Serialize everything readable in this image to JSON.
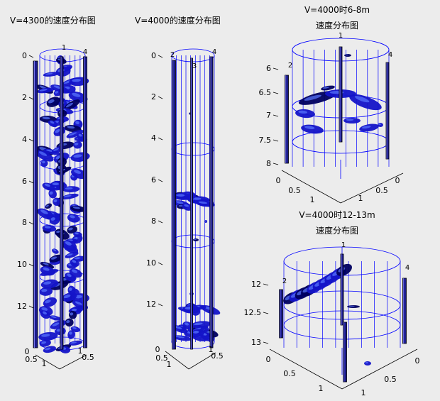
{
  "colors": {
    "background": "#ececec",
    "mesh": "#0000ff",
    "isosurface": "#1414c8",
    "isosurface_dark": "#000060",
    "pipe": "#1a1a8a",
    "axis": "#000000"
  },
  "chart_data": [
    {
      "type": "isosurface-3d",
      "title": "V=4300的速度分布图",
      "zlim": [
        0,
        13
      ],
      "z_reversed": true,
      "z_ticks": [
        "0",
        "2",
        "4",
        "6",
        "8",
        "10",
        "12"
      ],
      "x_ticks": [
        "0",
        "0.5",
        "1"
      ],
      "y_ticks": [
        "1",
        "0.5"
      ],
      "pipe_labels": [
        "1",
        "4"
      ]
    },
    {
      "type": "isosurface-3d",
      "title": "V=4000的速度分布图",
      "zlim": [
        0,
        13
      ],
      "z_reversed": true,
      "z_ticks": [
        "0",
        "2",
        "4",
        "6",
        "8",
        "10",
        "12"
      ],
      "x_ticks": [
        "0",
        "0.5",
        "1"
      ],
      "y_ticks": [
        "1",
        "0.5"
      ],
      "pipe_labels": [
        "2",
        "3",
        "4"
      ]
    },
    {
      "type": "isosurface-3d",
      "title": [
        "V=4000时6-8m",
        "速度分布图"
      ],
      "zlim": [
        6,
        8
      ],
      "z_reversed": true,
      "z_ticks": [
        "6",
        "6.5",
        "7",
        "7.5",
        "8"
      ],
      "x_ticks": [
        "0",
        "0.5",
        "1"
      ],
      "y_ticks": [
        "1",
        "0.5",
        "0"
      ],
      "pipe_labels": [
        "1",
        "2",
        "4"
      ]
    },
    {
      "type": "isosurface-3d",
      "title": [
        "V=4000时12-13m",
        "速度分布图"
      ],
      "zlim": [
        12,
        13
      ],
      "z_reversed": true,
      "z_ticks": [
        "12",
        "12.5",
        "13"
      ],
      "x_ticks": [
        "0",
        "0.5",
        "1"
      ],
      "y_ticks": [
        "1",
        "0.5",
        "0"
      ],
      "pipe_labels": [
        "1",
        "2",
        "4"
      ]
    }
  ]
}
